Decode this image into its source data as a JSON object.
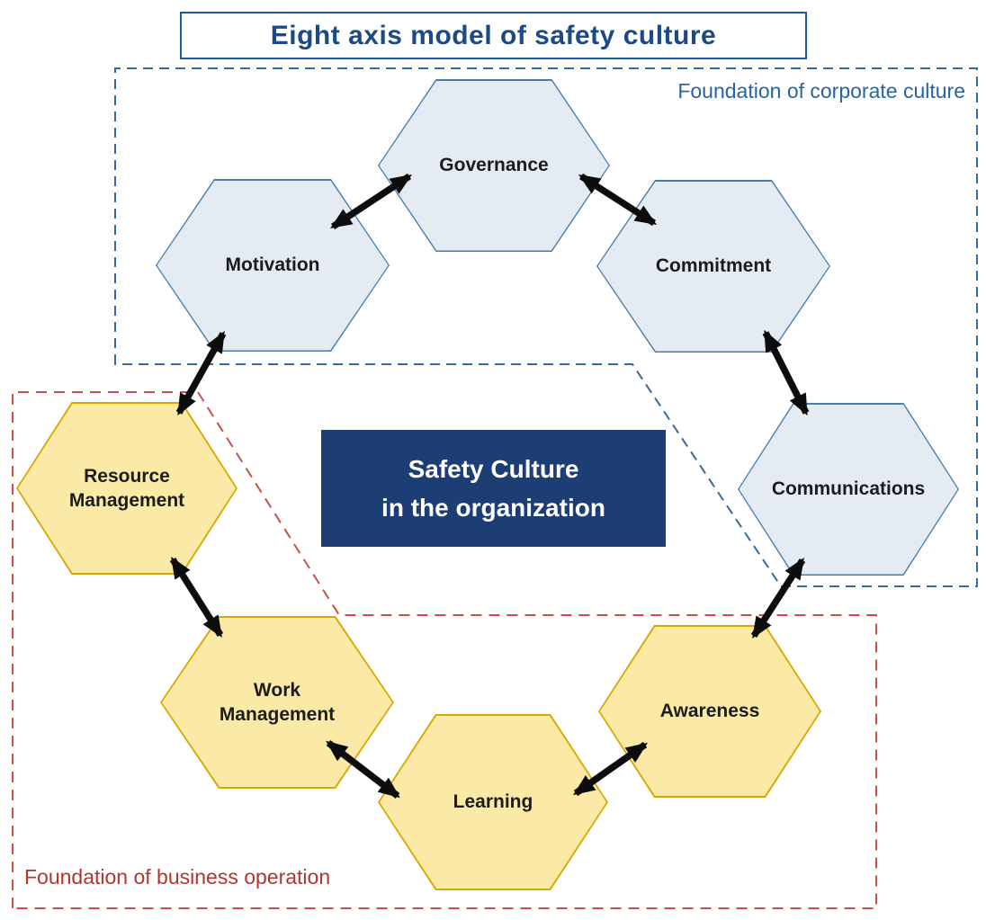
{
  "title": "Eight axis model of safety culture",
  "center_box": {
    "line1": "Safety Culture",
    "line2": "in the organization"
  },
  "regions": {
    "corporate": {
      "label": "Foundation of corporate culture",
      "border_color": "#3a6a9b",
      "label_color": "#2a64a0",
      "hex_fill": "#e4ebf2",
      "hex_border": "#4a7cae"
    },
    "business": {
      "label": "Foundation of business operation",
      "border_color": "#c9504a",
      "label_color": "#b23530",
      "hex_fill": "#fbe9a6",
      "hex_border": "#d9a600"
    }
  },
  "hexagons": [
    {
      "label": "Governance",
      "group": "corporate"
    },
    {
      "label": "Motivation",
      "group": "corporate"
    },
    {
      "label": "Commitment",
      "group": "corporate"
    },
    {
      "label": "Communications",
      "group": "corporate"
    },
    {
      "label": "Resource\nManagement",
      "group": "business"
    },
    {
      "label": "Work\nManagement",
      "group": "business"
    },
    {
      "label": "Learning",
      "group": "business"
    },
    {
      "label": "Awareness",
      "group": "business"
    }
  ],
  "colors": {
    "title_text": "#1b4a86",
    "title_border": "#1e5c9a",
    "center_box_bg": "#1d3e74",
    "center_box_text": "#ffffff",
    "arrow": "#0d0d0d",
    "hex_label": "#1c1c1c",
    "background": "#ffffff"
  }
}
